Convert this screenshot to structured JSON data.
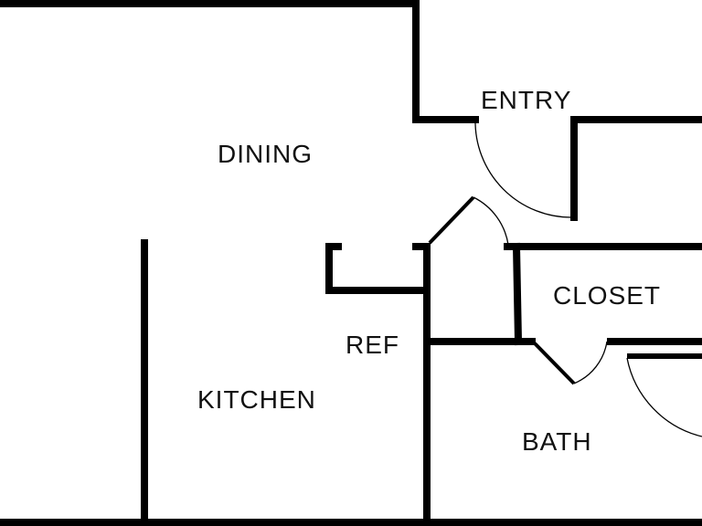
{
  "rooms": {
    "dining": "DINING",
    "entry": "ENTRY",
    "closet": "CLOSET",
    "ref": "REF",
    "kitchen": "KITCHEN",
    "bath": "BATH"
  }
}
